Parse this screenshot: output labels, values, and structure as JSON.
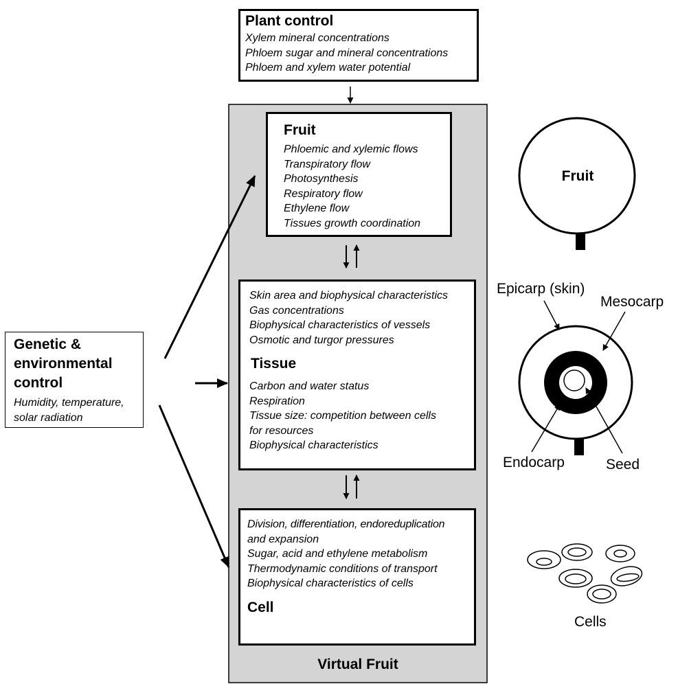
{
  "plant_control": {
    "title": "Plant control",
    "items": [
      "Xylem mineral concentrations",
      "Phloem sugar and mineral concentrations",
      "Phloem and xylem water potential"
    ]
  },
  "genetic_control": {
    "title_line1": "Genetic &",
    "title_line2": "environmental",
    "title_line3": "control",
    "subtitle_line1": "Humidity, temperature,",
    "subtitle_line2": "solar radiation"
  },
  "virtual_fruit": {
    "label": "Virtual Fruit",
    "fruit_box": {
      "title": "Fruit",
      "items": [
        "Phloemic and xylemic flows",
        "Transpiratory flow",
        "Photosynthesis",
        "Respiratory flow",
        "Ethylene flow",
        "Tissues growth coordination"
      ]
    },
    "tissue_box": {
      "items_top": [
        "Skin area and biophysical characteristics",
        "Gas concentrations",
        "Biophysical characteristics of vessels",
        "Osmotic and turgor pressures"
      ],
      "title": "Tissue",
      "items_bottom": [
        "Carbon and water status",
        "Respiration",
        "Tissue size: competition between cells",
        "for resources",
        "Biophysical characteristics"
      ]
    },
    "cell_box": {
      "items": [
        "Division, differentiation, endoreduplication",
        "and expansion",
        "Sugar, acid and ethylene metabolism",
        "Thermodynamic conditions of transport",
        "Biophysical characteristics of cells"
      ],
      "title": "Cell"
    }
  },
  "illustrations": {
    "fruit_label": "Fruit",
    "epicarp_label": "Epicarp (skin)",
    "mesocarp_label": "Mesocarp",
    "endocarp_label": "Endocarp",
    "seed_label": "Seed",
    "cells_label": "Cells"
  },
  "colors": {
    "virtual_fruit_background": "#d4d4d4",
    "stroke": "#000000"
  }
}
